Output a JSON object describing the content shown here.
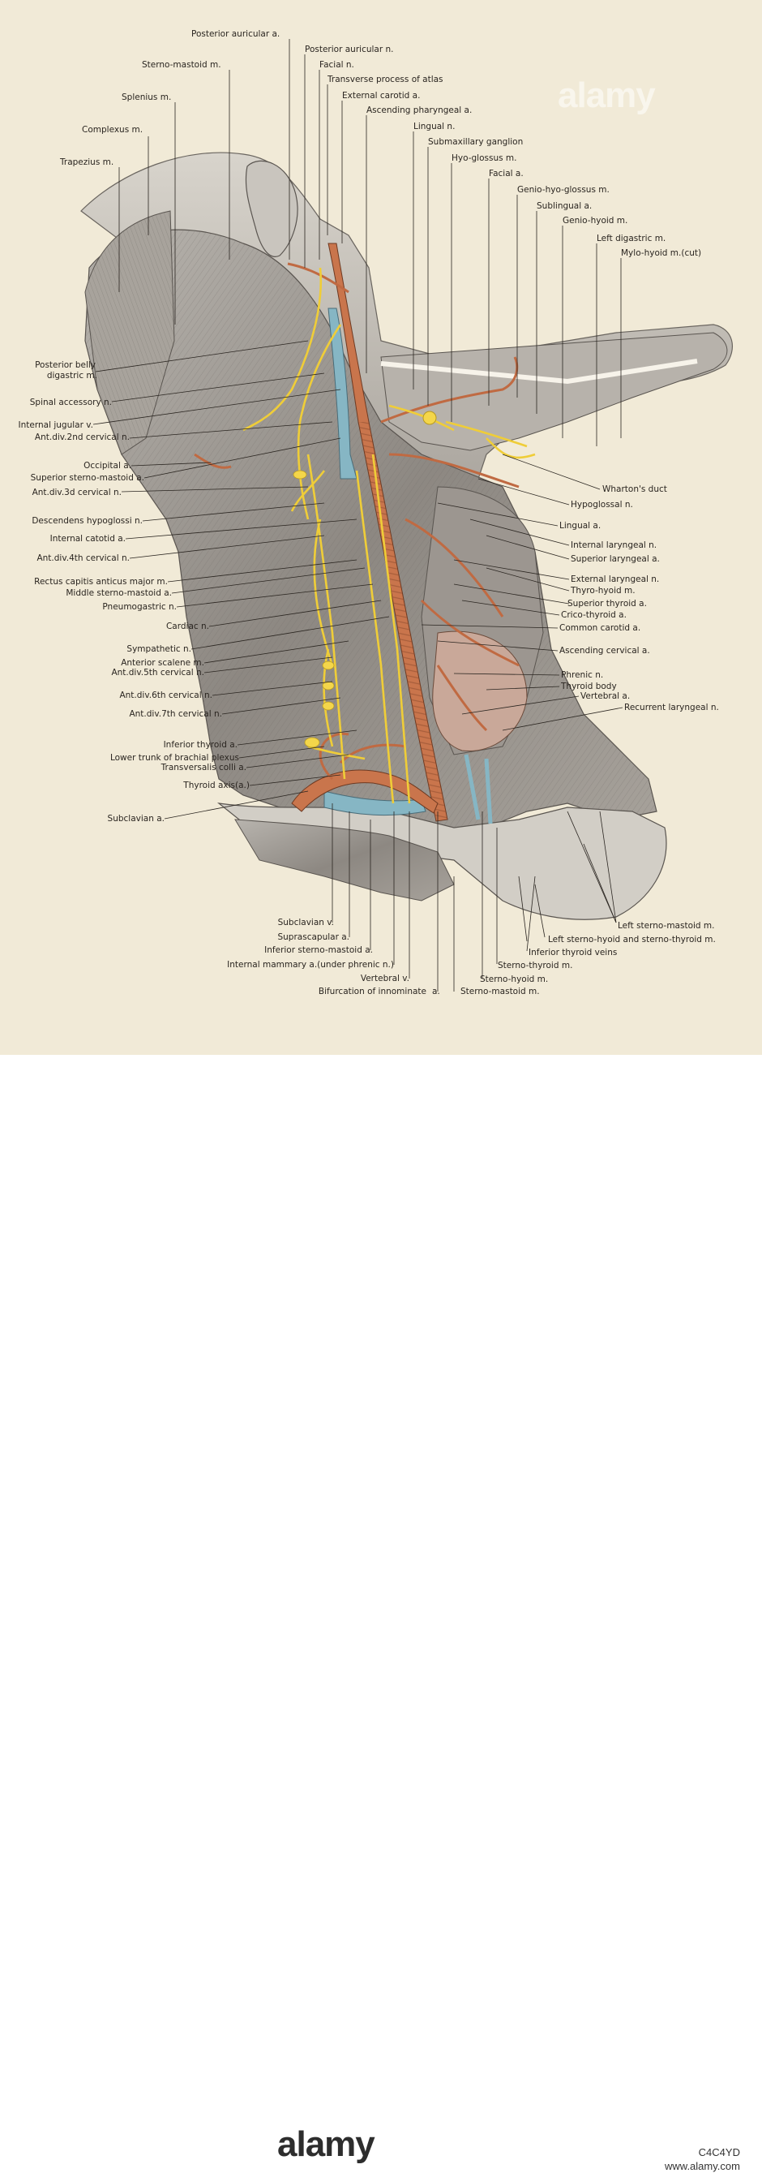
{
  "watermark": {
    "brand": "alamy",
    "image_id": "C4C4YD",
    "url": "www.alamy.com"
  },
  "labels_top": [
    "Posterior auricular a.",
    "Posterior auricular n.",
    "Sterno-mastoid m.",
    "Facial n.",
    "Transverse process of atlas",
    "External carotid a.",
    "Splenius m.",
    "Ascending pharyngeal a.",
    "Lingual n.",
    "Complexus m.",
    "Submaxillary ganglion",
    "Trapezius m.",
    "Hyo-glossus m.",
    "Facial a.",
    "Genio-hyo-glossus m.",
    "Sublingual a.",
    "Genio-hyoid m.",
    "Left digastric m.",
    "Mylo-hyoid m.(cut)"
  ],
  "labels_left": [
    "Posterior belly",
    "digastric m.",
    "Spinal accessory n.",
    "Internal jugular v.",
    "Ant.div.2nd cervical n.",
    "Occipital a.",
    "Superior sterno-mastoid a.",
    "Ant.div.3d cervical n.",
    "Descendens hypoglossi n.",
    "Internal catotid a.",
    "Ant.div.4th cervical n.",
    "Rectus capitis anticus major m.",
    "Middle sterno-mastoid a.",
    "Pneumogastric n.",
    "Cardiac n.",
    "Sympathetic n.",
    "Anterior scalene m.",
    "Ant.div.5th cervical n.",
    "Ant.div.6th cervical n.",
    "Ant.div.7th cervical n.",
    "Inferior thyroid a.",
    "Lower trunk of brachial plexus",
    "Transversalis colli a.",
    "Thyroid axis(a.)",
    "Subclavian a."
  ],
  "labels_right": [
    "Wharton's duct",
    "Hypoglossal n.",
    "Lingual a.",
    "Internal laryngeal n.",
    "Superior laryngeal a.",
    "External laryngeal n.",
    "Thyro-hyoid m.",
    "Superior thyroid a.",
    "Crico-thyroid a.",
    "Common carotid a.",
    "Ascending cervical a.",
    "Phrenic n.",
    "Thyroid body",
    "Vertebral a.",
    "Recurrent laryngeal n."
  ],
  "labels_bottom": [
    "Left sterno-mastoid m.",
    "Left sterno-hyoid and sterno-thyroid m.",
    "Inferior thyroid veins",
    "Subclavian v.",
    "Suprascapular a.",
    "Sterno-thyroid m.",
    "Inferior sterno-mastoid a.",
    "Internal mammary a.(under phrenic n.)",
    "Sterno-hyoid m.",
    "Vertebral v.",
    "Bifurcation of innominate",
    "a.",
    "Sterno-mastoid m."
  ],
  "colors": {
    "paper": "#f1ead7",
    "artery": "#c8704a",
    "nerve": "#f2d23c",
    "vein": "#7fb0c0",
    "muscle": "#9a9590"
  }
}
